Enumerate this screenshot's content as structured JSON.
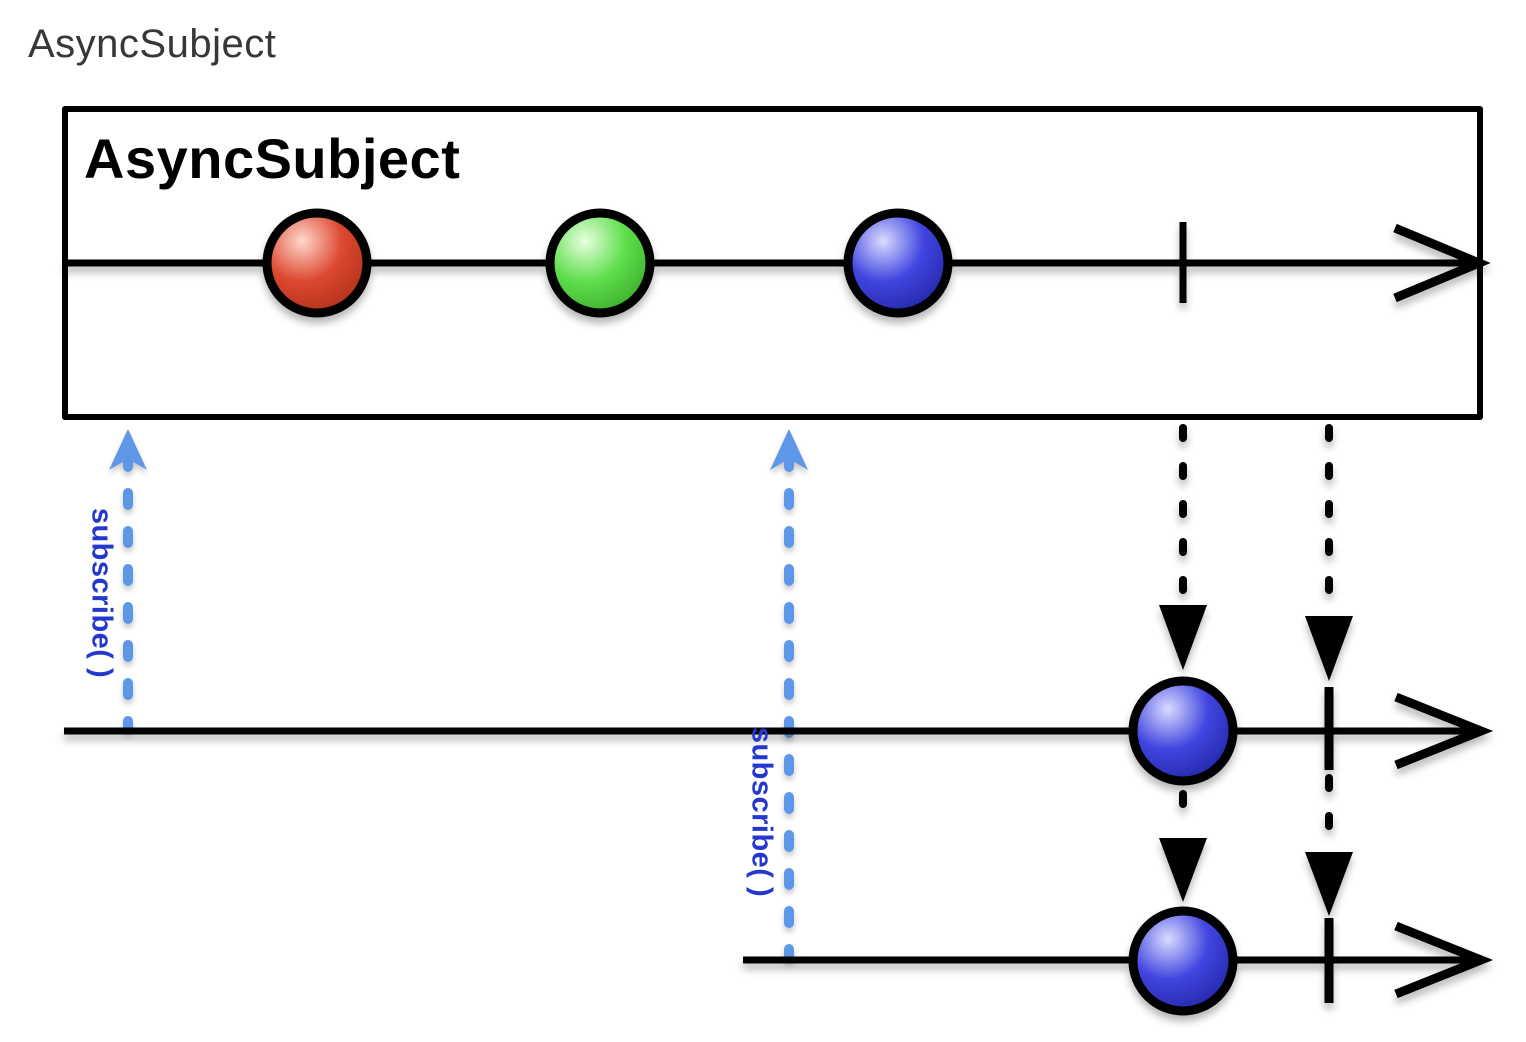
{
  "page": {
    "title": "AsyncSubject",
    "background_color": "#ffffff",
    "title_color": "#373737"
  },
  "diagram": {
    "box_label": "AsyncSubject",
    "source_stream": {
      "description": "AsyncSubject source timeline",
      "events": [
        {
          "kind": "next",
          "marble": "red"
        },
        {
          "kind": "next",
          "marble": "green"
        },
        {
          "kind": "next",
          "marble": "blue"
        },
        {
          "kind": "complete"
        }
      ]
    },
    "subscribers": [
      {
        "label": "subscribe( )",
        "received": [
          {
            "kind": "next",
            "marble": "blue"
          },
          {
            "kind": "complete"
          }
        ]
      },
      {
        "label": "subscribe( )",
        "received": [
          {
            "kind": "next",
            "marble": "blue"
          },
          {
            "kind": "complete"
          }
        ]
      }
    ],
    "colors": {
      "timeline_ink": "#000000",
      "subscribe_arrow": "#5e97e8",
      "subscribe_label_text": "#2438cf",
      "red_highlight": "#ffd8cc",
      "red_core": "#dd4830",
      "red_edge": "#a32812",
      "green_highlight": "#e8ffe0",
      "green_core": "#5fdf4c",
      "green_edge": "#2f9e20",
      "blue_highlight": "#d9dcff",
      "blue_core": "#4145e0",
      "blue_edge": "#191c96"
    }
  }
}
